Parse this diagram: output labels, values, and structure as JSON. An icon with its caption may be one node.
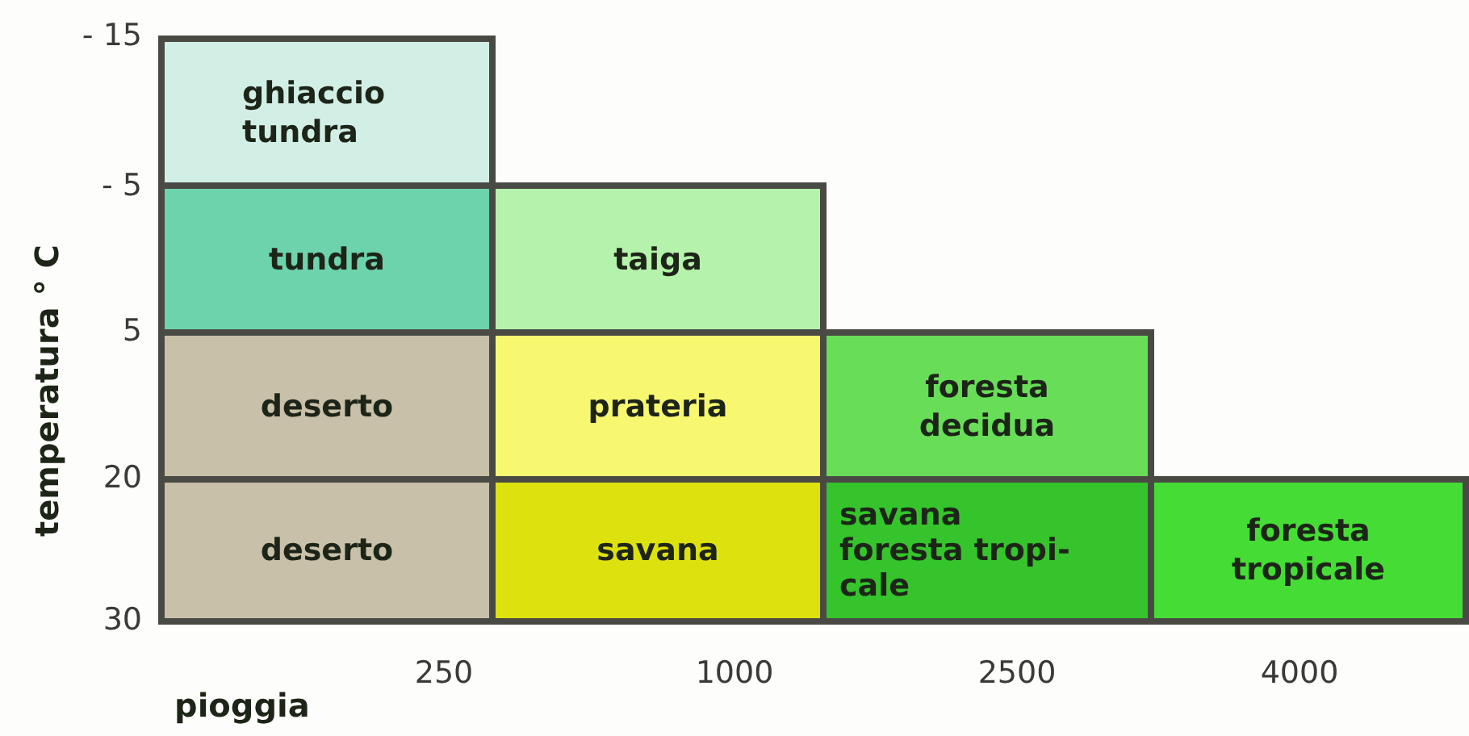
{
  "diagram": {
    "nodes": [
      {
        "text": [
          "ghiaccio tundra"
        ]
      },
      {
        "text": [
          "tundra"
        ]
      },
      {
        "text": [
          "taiga"
        ]
      },
      {
        "text": [
          "deserto"
        ]
      },
      {
        "text": [
          "prateria"
        ]
      },
      {
        "text": [
          "foresta decidua"
        ]
      },
      {
        "text": [
          "deserto"
        ]
      },
      {
        "text": [
          "savana"
        ]
      },
      {
        "text": [
          "savana",
          "foresta tropi- cale"
        ]
      },
      {
        "text": [
          "foresta tropicale"
        ]
      }
    ],
    "labels": [
      "- 15",
      "- 5",
      "5",
      "20",
      "30",
      "temperatura ° C",
      "250",
      "1000",
      "2500",
      "4000",
      "pioggia"
    ]
  }
}
